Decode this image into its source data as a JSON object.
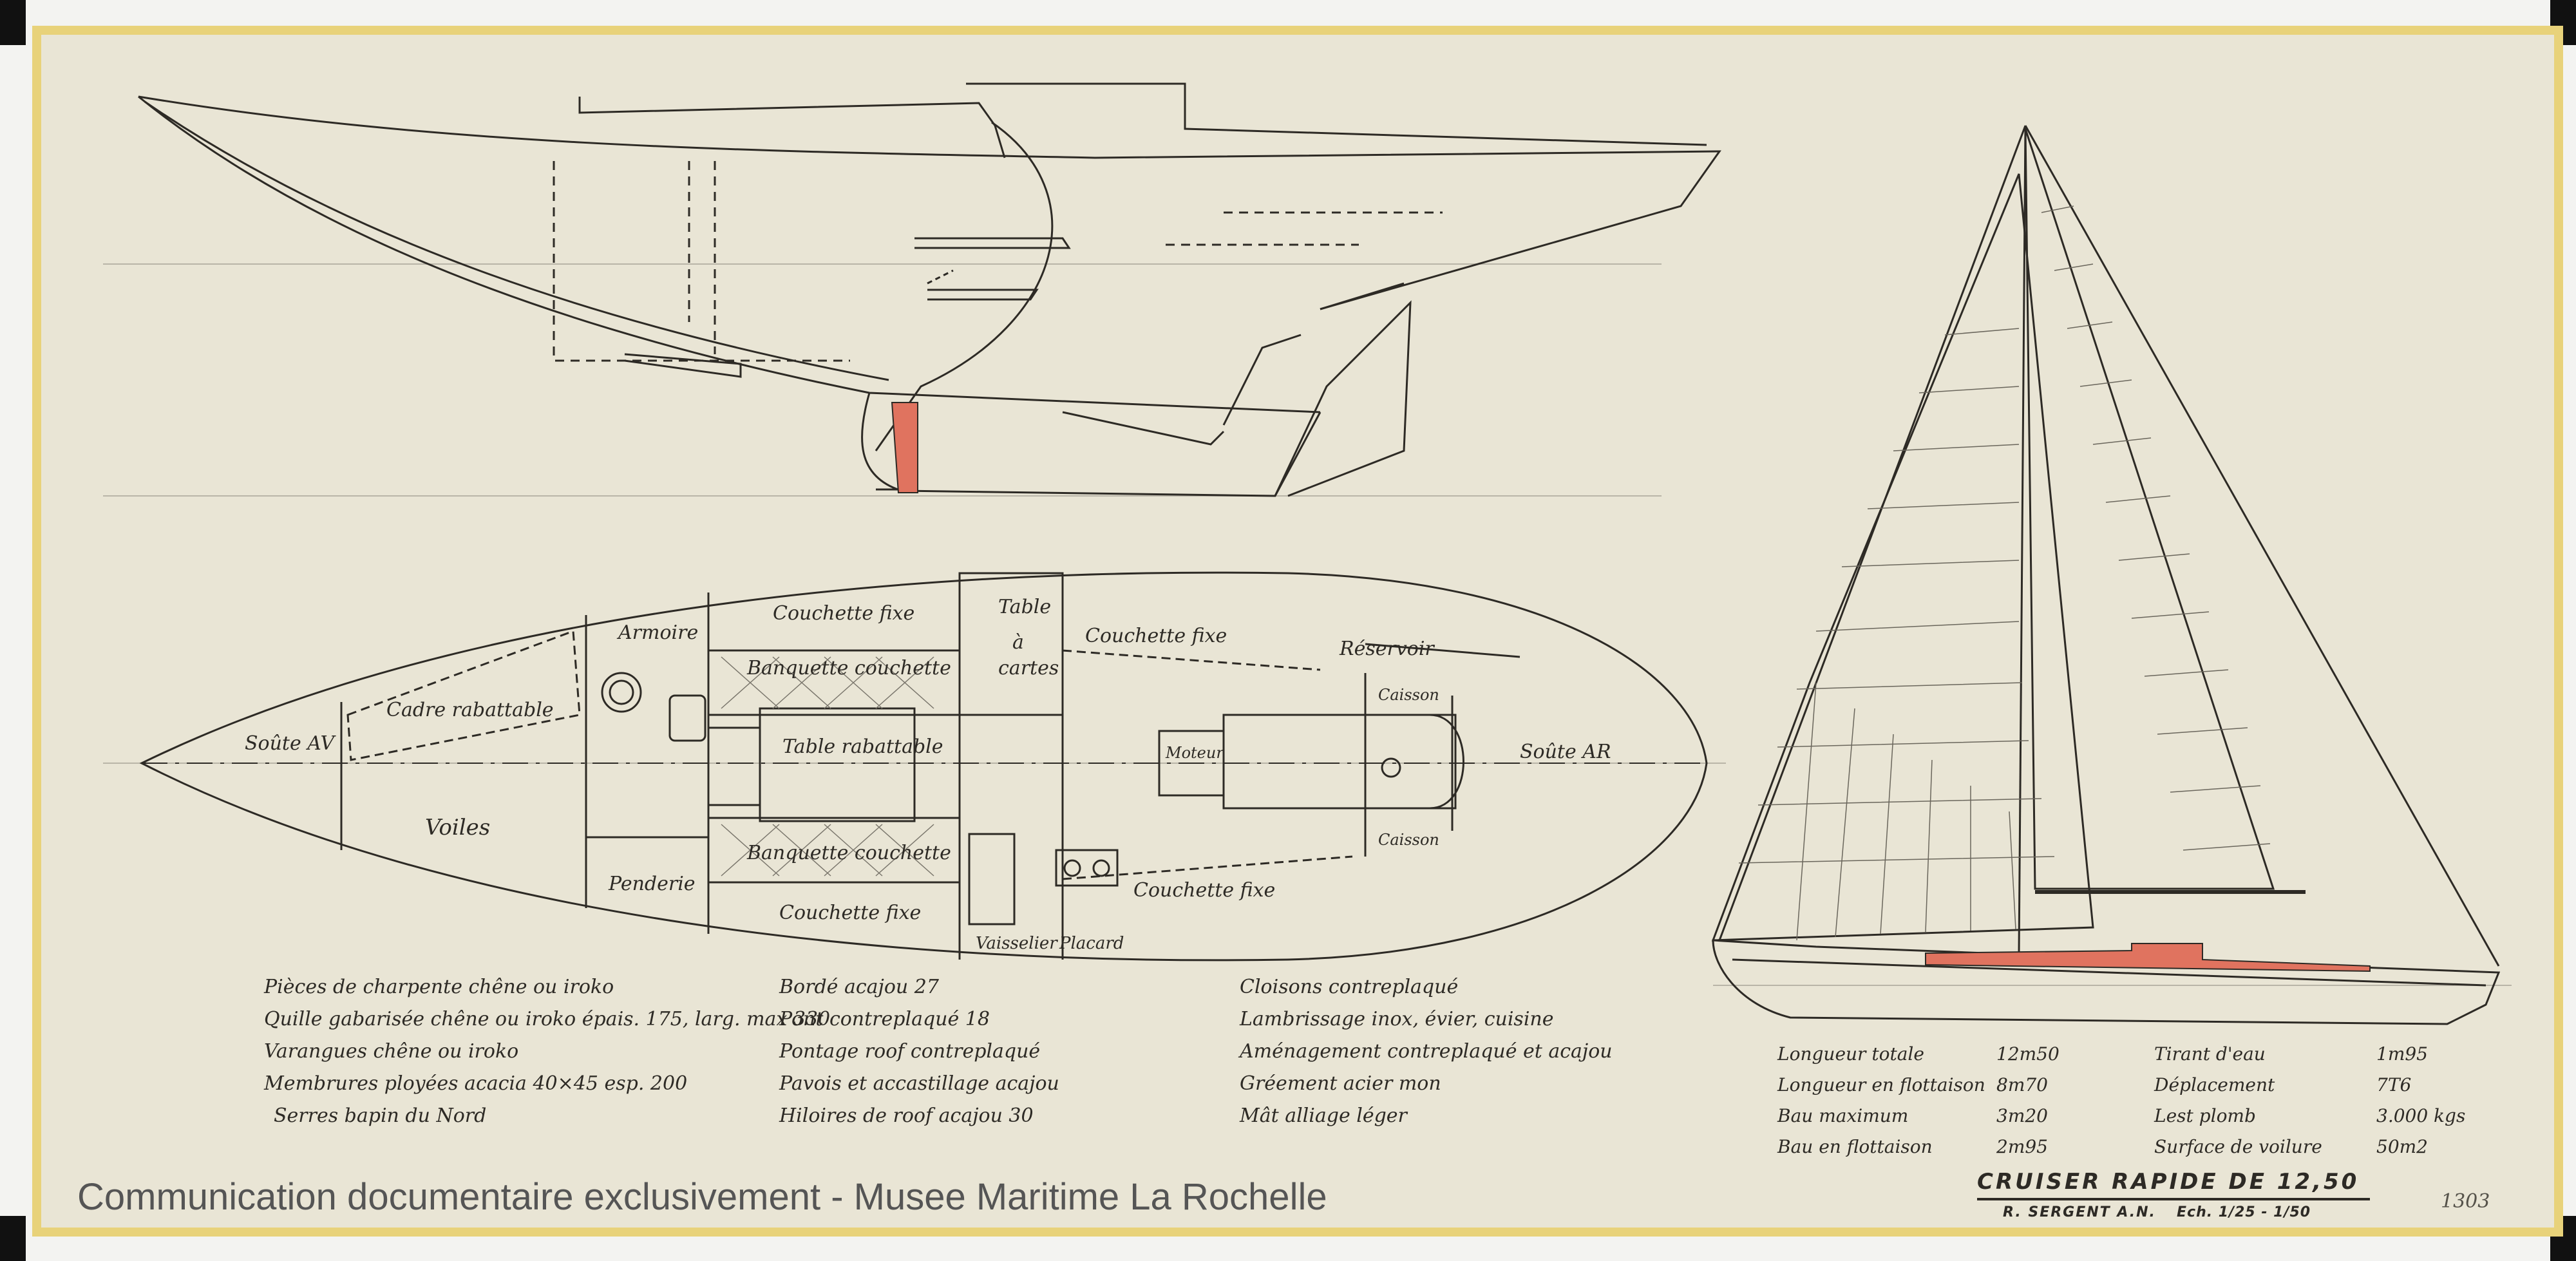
{
  "interior_labels": {
    "soute_av": "Soûte AV",
    "soute_ar": "Soûte AR",
    "voiles": "Voiles",
    "cadre_rabattable": "Cadre rabattable",
    "armoire": "Armoire",
    "penderie": "Penderie",
    "couchette_fixe_1": "Couchette fixe",
    "couchette_fixe_2": "Couchette fixe",
    "couchette_fixe_3": "Couchette fixe",
    "couchette_fixe_4": "Couchette fixe",
    "banquette_couchette_1": "Banquette couchette",
    "banquette_couchette_2": "Banquette couchette",
    "table_rabattable": "Table rabattable",
    "table": "Table",
    "a": "à",
    "cartes": "cartes",
    "moteur": "Moteur",
    "reservoir": "Réservoir",
    "caisson_1": "Caisson",
    "caisson_2": "Caisson",
    "vaisselier": "Vaisselier",
    "placard": "Placard"
  },
  "construction_notes": {
    "col1": [
      "Pièces de charpente chêne ou iroko",
      "Quille gabarisée chêne ou iroko épais. 175, larg. max 330",
      "Varangues chêne ou iroko",
      "Membrures ployées acacia 40×45 esp. 200",
      "Serres bapin du Nord"
    ],
    "col2": [
      "Bordé acajou 27",
      "Pont contreplaqué 18",
      "Pontage roof contreplaqué",
      "Pavois et accastillage acajou",
      "Hiloires de roof acajou 30"
    ],
    "col3": [
      "Cloisons contreplaqué",
      "Lambrissage inox, évier, cuisine",
      "Aménagement contreplaqué et acajou",
      "Gréement acier mon",
      "Mât alliage léger"
    ]
  },
  "specs": {
    "left": [
      {
        "label": "Longueur totale",
        "value": "12m50"
      },
      {
        "label": "Longueur en flottaison",
        "value": "8m70"
      },
      {
        "label": "Bau maximum",
        "value": "3m20"
      },
      {
        "label": "Bau en flottaison",
        "value": "2m95"
      }
    ],
    "right": [
      {
        "label": "Tirant d'eau",
        "value": "1m95"
      },
      {
        "label": "Déplacement",
        "value": "7T6"
      },
      {
        "label": "Lest plomb",
        "value": "3.000 kgs"
      },
      {
        "label": "Surface de voilure",
        "value": "50m2"
      }
    ]
  },
  "title_block": {
    "title": "CRUISER RAPIDE DE 12,50",
    "author": "R. SERGENT A.N.",
    "scale": "Ech. 1/25 - 1/50",
    "sheet_number": "1303"
  },
  "watermark": "Communication documentaire exclusivement - Musee Maritime La Rochelle",
  "colors": {
    "paper": "#e9e5d5",
    "border": "#e8d27a",
    "ink": "#2d2a25",
    "ballast_red": "#e0735f"
  }
}
